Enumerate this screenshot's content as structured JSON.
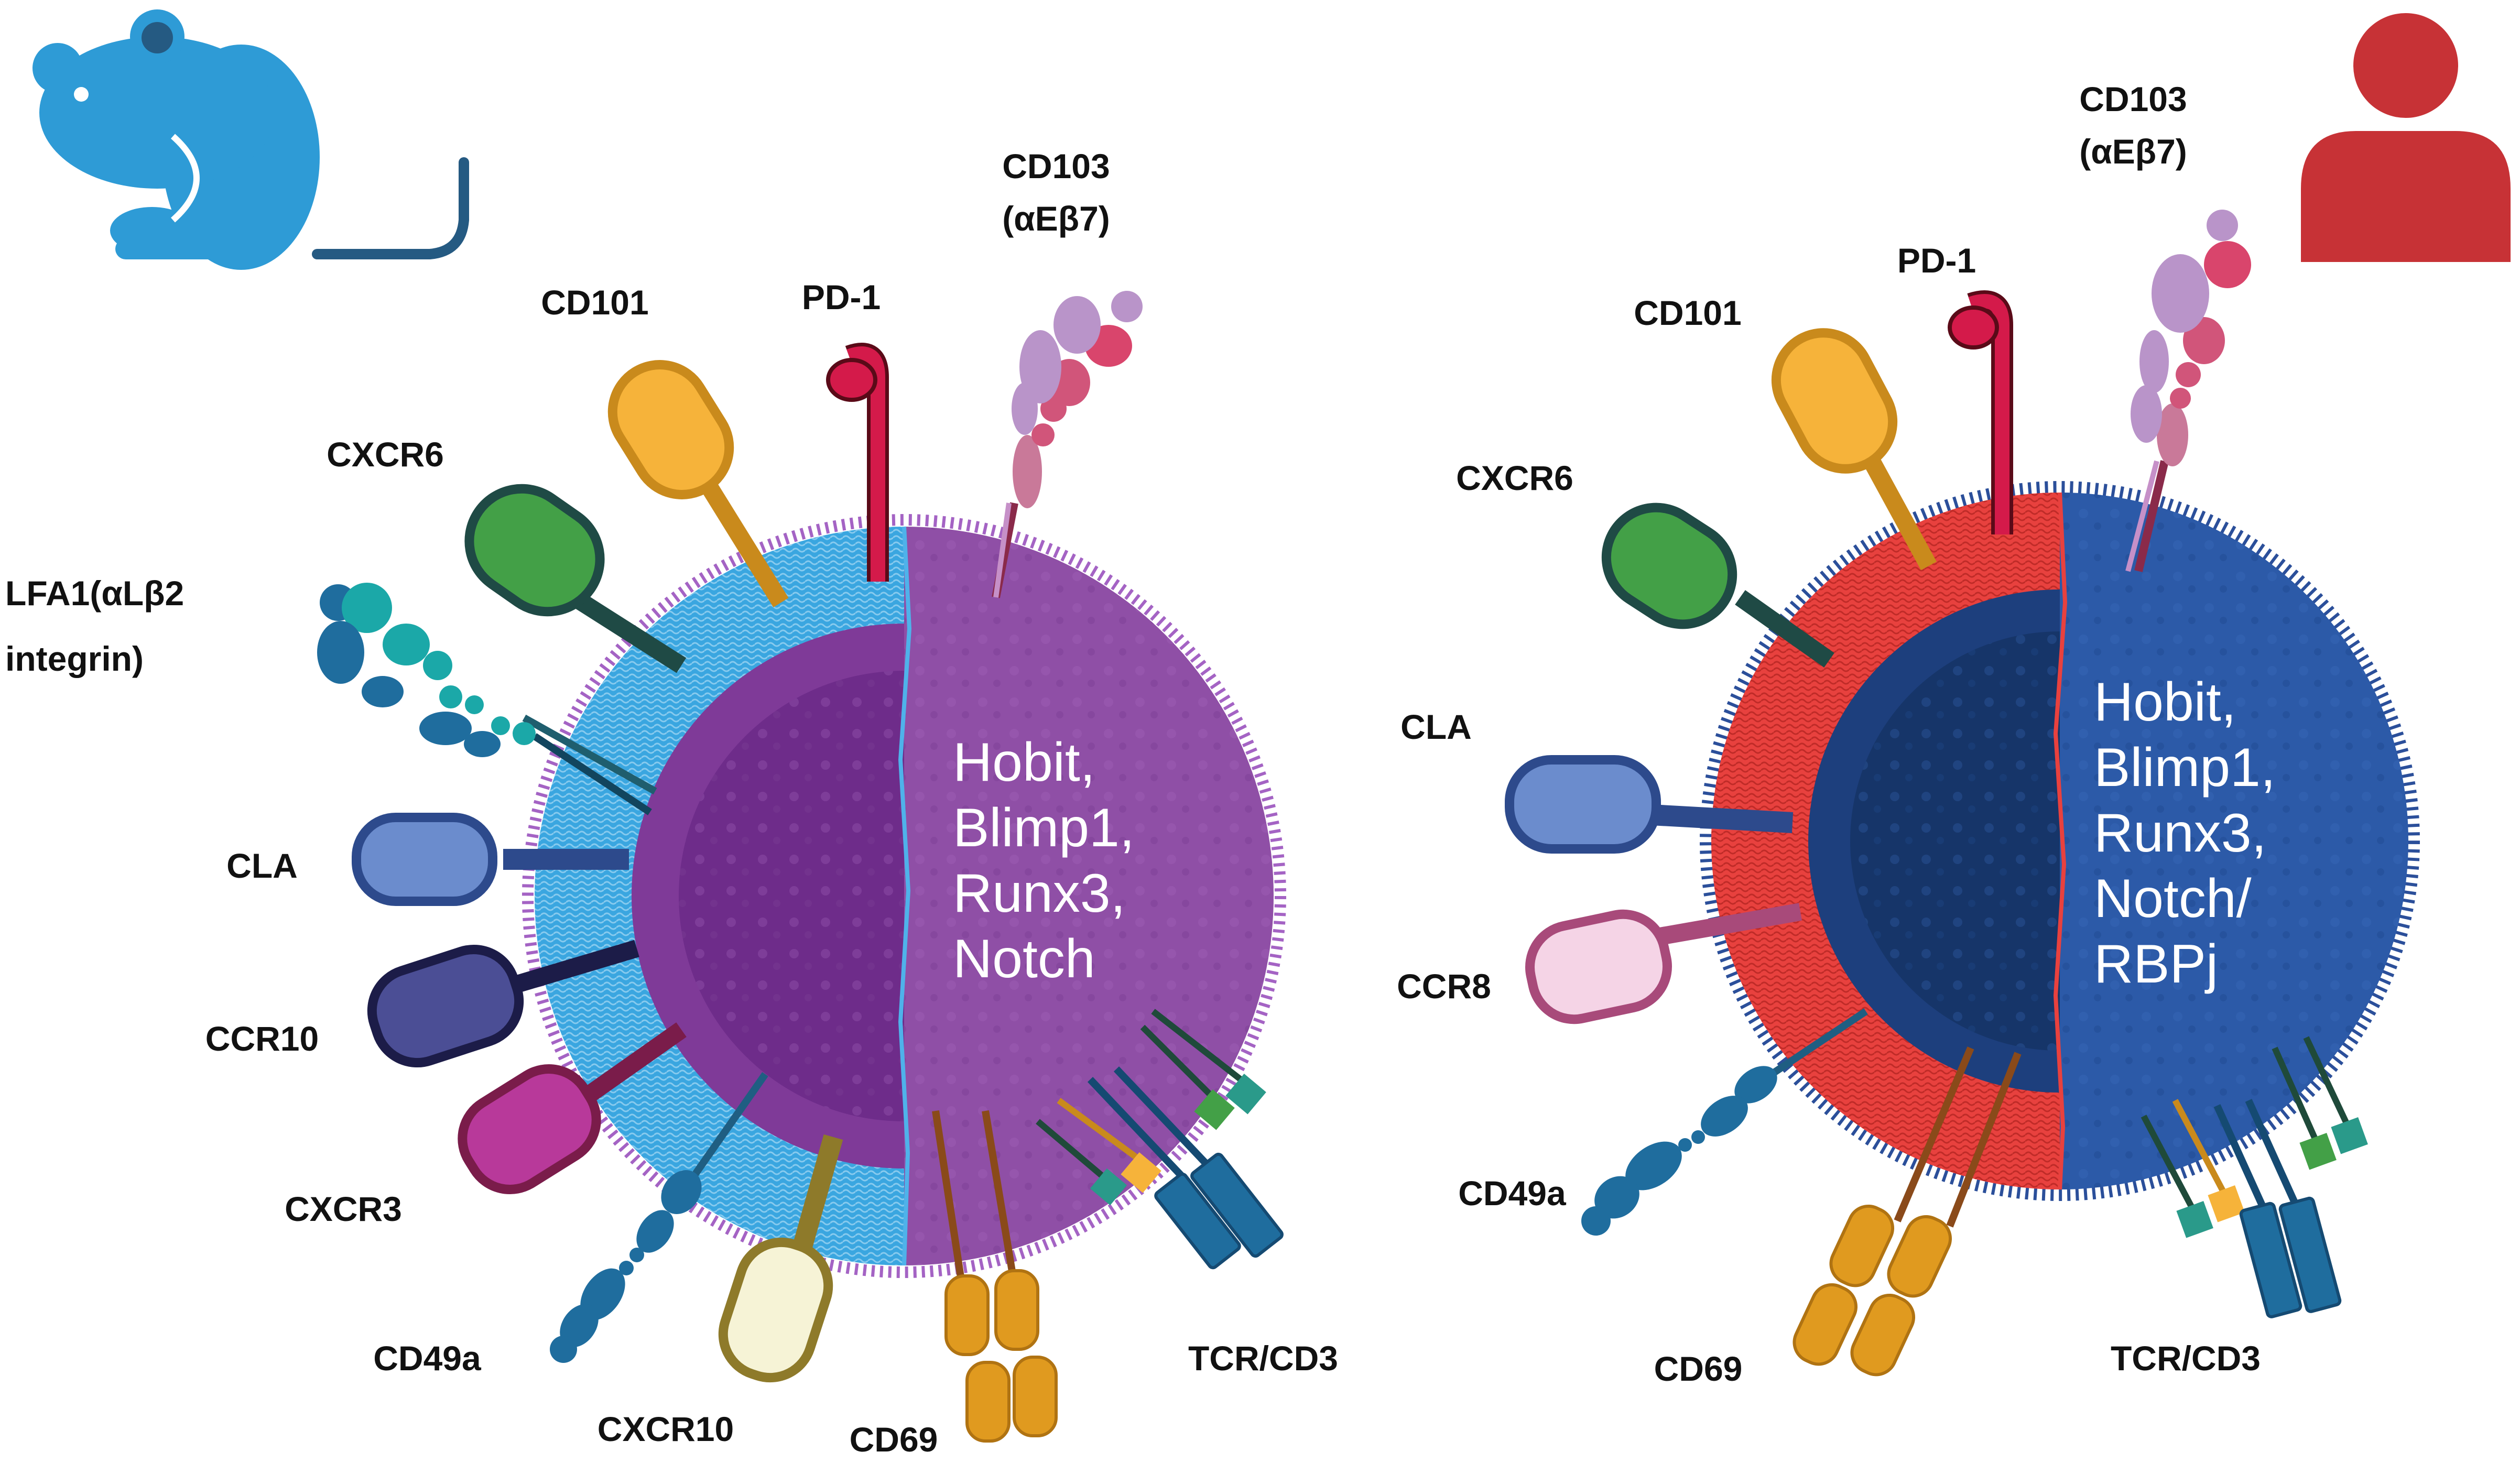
{
  "mouse": {
    "labels": {
      "cd103_line1": "CD103",
      "cd103_line2": "(αEβ7)",
      "pd1": "PD-1",
      "cd101": "CD101",
      "cxcr6": "CXCR6",
      "lfa1_line1": "LFA1(αLβ2",
      "lfa1_line2": "integrin)",
      "cla": "CLA",
      "ccr10": "CCR10",
      "cxcr3": "CXCR3",
      "cd49a": "CD49a",
      "cxcr10": "CXCR10",
      "cd69": "CD69",
      "tcr": "TCR/CD3"
    },
    "tfs": [
      "Hobit,",
      "Blimp1,",
      "Runx3,",
      "Notch"
    ]
  },
  "human": {
    "labels": {
      "cd103_line1": "CD103",
      "cd103_line2": "(αEβ7)",
      "pd1": "PD-1",
      "cd101": "CD101",
      "cxcr6": "CXCR6",
      "cla": "CLA",
      "ccr8": "CCR8",
      "cd49a": "CD49a",
      "cd69": "CD69",
      "tcr": "TCR/CD3"
    },
    "tfs": [
      "Hobit,",
      "Blimp1,",
      "Runx3,",
      "Notch/",
      "RBPj"
    ]
  },
  "colors": {
    "mouse_icon": "#2e9bd6",
    "human_icon": "#c73236",
    "mouse_membrane": "#3aa6e0",
    "mouse_cell": "#8f4fa6",
    "human_membrane": "#e8413e",
    "human_cell": "#2c5aa8"
  }
}
